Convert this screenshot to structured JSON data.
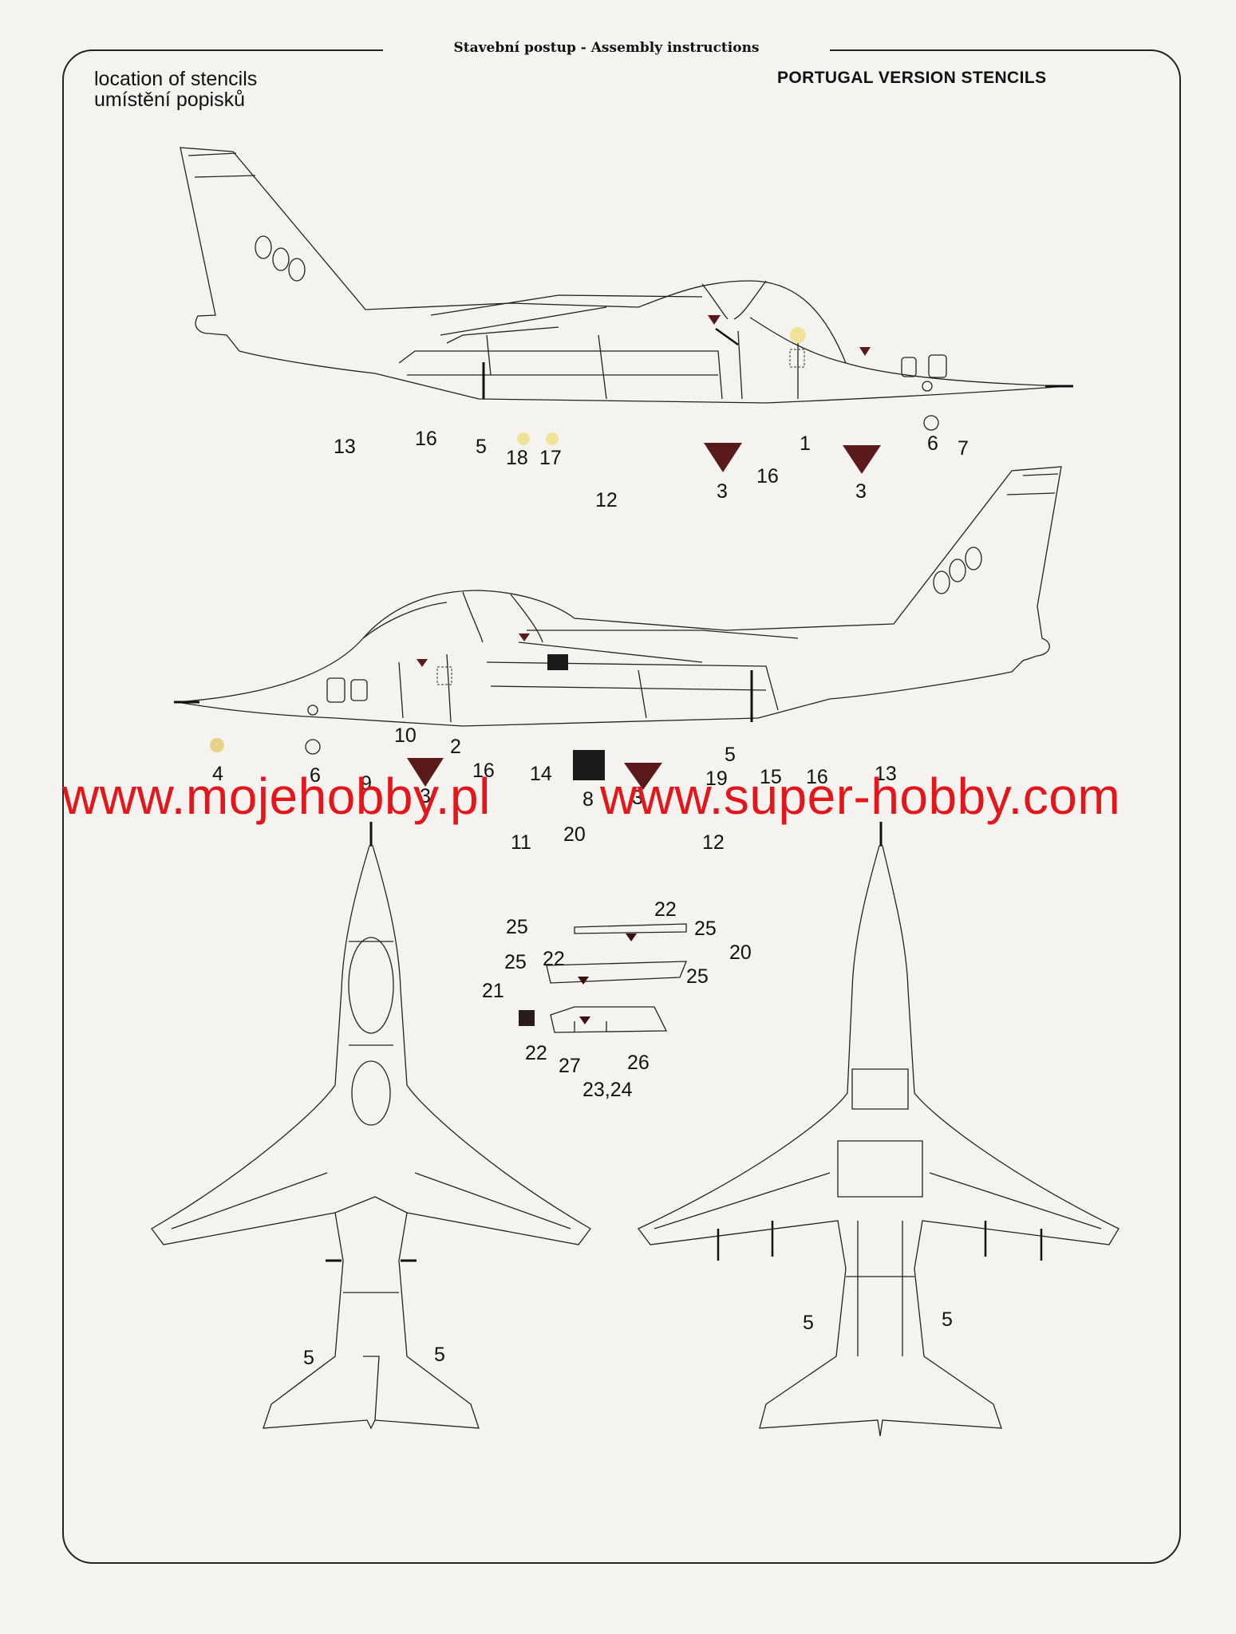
{
  "header": "Stavební postup - Assembly instructions",
  "location_en": "location of stencils",
  "location_cz": "umístění popisků",
  "version_title": "PORTUGAL VERSION STENCILS",
  "watermark": [
    "www.mojehobby.pl",
    "www.super-hobby.com"
  ],
  "side1_labels": [
    "13",
    "16",
    "5",
    "18",
    "17",
    "12",
    "3",
    "16",
    "1",
    "3",
    "6",
    "7"
  ],
  "side2_labels": [
    "4",
    "6",
    "9",
    "10",
    "3",
    "2",
    "16",
    "11",
    "14",
    "8",
    "20",
    "3",
    "12",
    "19",
    "5",
    "15",
    "16",
    "13"
  ],
  "canopy_labels": [
    "25",
    "22",
    "25",
    "20",
    "25",
    "22",
    "25",
    "21",
    "22",
    "27",
    "26",
    "23,24"
  ],
  "top_labels": [
    "5",
    "5"
  ],
  "bottom_labels": [
    "5",
    "5"
  ],
  "colors": {
    "ink": "#111111",
    "stencil_red": "#5a1a1a",
    "stencil_yellow": "#f1e29a",
    "watermark": "#e3161b"
  }
}
